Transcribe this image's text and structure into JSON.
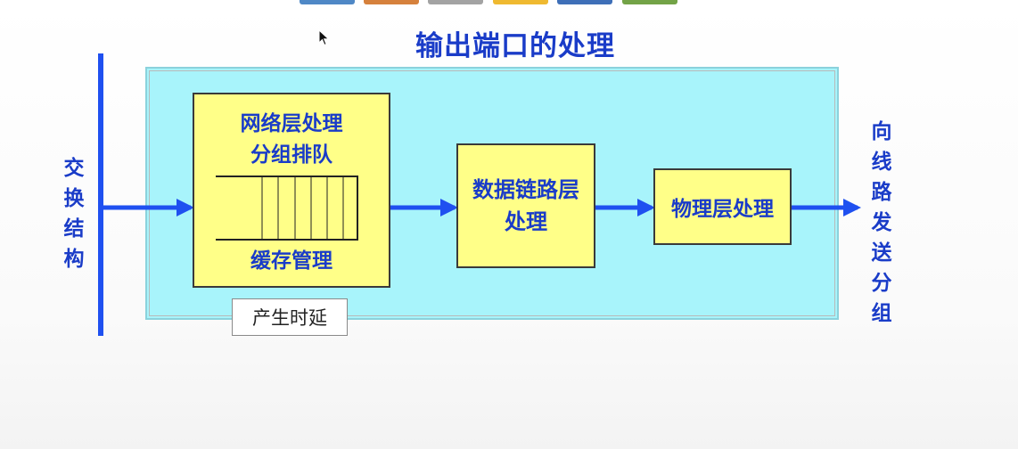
{
  "toolbar": {
    "tabs": [
      {
        "color": "#4f88c6"
      },
      {
        "color": "#d6813c"
      },
      {
        "color": "#a3a3a3"
      },
      {
        "color": "#efb930"
      },
      {
        "color": "#3e6fb8"
      },
      {
        "color": "#73a347"
      }
    ]
  },
  "title": "输出端口的处理",
  "left_label": "交换结构",
  "right_label": "向线路发送分组",
  "network_block": {
    "title_line1": "网络层处理",
    "title_line2": "分组排队",
    "bottom": "缓存管理"
  },
  "link_block": {
    "line1": "数据链路层",
    "line2": "处理"
  },
  "physical_block": "物理层处理",
  "delay_note": "产生时延",
  "colors": {
    "accent_blue": "#1a3cc8",
    "arrow_blue": "#1f50f0",
    "port_fill": "#a8f4fb",
    "block_fill": "#ffff88"
  }
}
